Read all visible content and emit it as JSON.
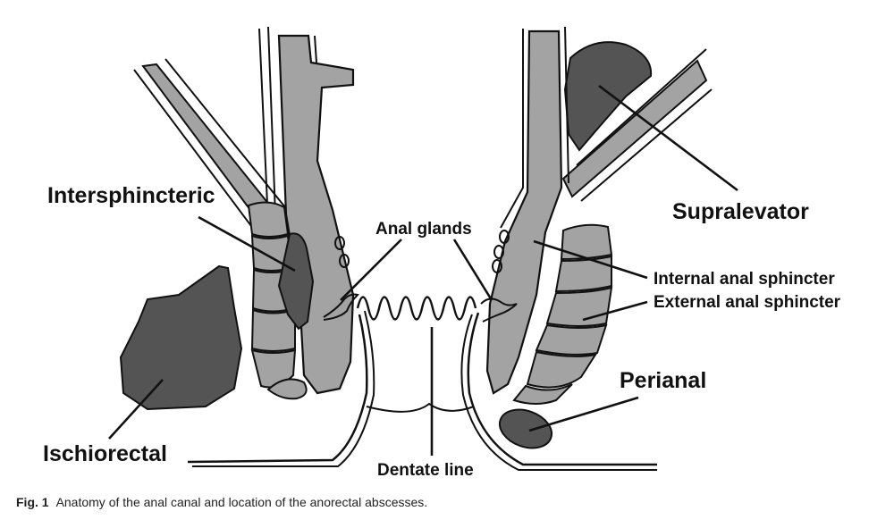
{
  "diagram": {
    "labels": {
      "intersphincteric": "Intersphincteric",
      "anal_glands": "Anal glands",
      "supralevator": "Supralevator",
      "internal_anal_sphincter": "Internal anal sphincter",
      "external_anal_sphincter": "External anal sphincter",
      "perianal": "Perianal",
      "ischiorectal": "Ischiorectal",
      "dentate_line": "Dentate line"
    },
    "colors": {
      "muscle": "#a3a3a3",
      "abscess": "#545454",
      "outline": "#111111",
      "background": "#ffffff"
    }
  },
  "caption": {
    "figure_label": "Fig. 1",
    "text": "Anatomy of the anal canal and location of the anorectal abscesses."
  }
}
